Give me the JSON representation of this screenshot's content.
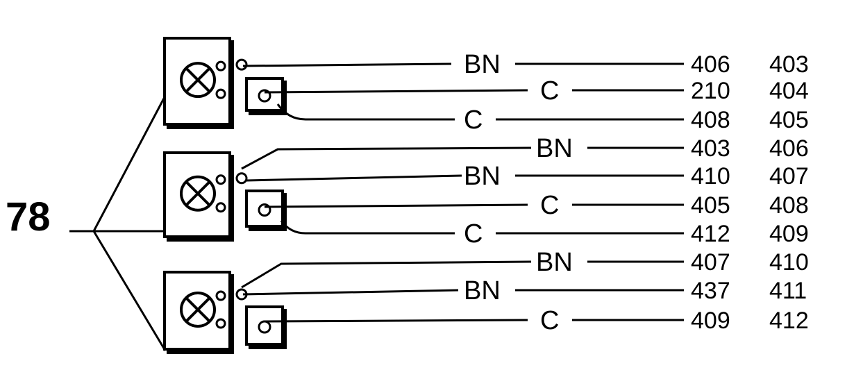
{
  "component_ref": "78",
  "rows": [
    {
      "color": "BN",
      "wire": "406",
      "index": "403"
    },
    {
      "color": "C",
      "wire": "210",
      "index": "404"
    },
    {
      "color": "C",
      "wire": "408",
      "index": "405"
    },
    {
      "color": "BN",
      "wire": "403",
      "index": "406"
    },
    {
      "color": "BN",
      "wire": "410",
      "index": "407"
    },
    {
      "color": "C",
      "wire": "405",
      "index": "408"
    },
    {
      "color": "C",
      "wire": "412",
      "index": "409"
    },
    {
      "color": "BN",
      "wire": "407",
      "index": "410"
    },
    {
      "color": "BN",
      "wire": "437",
      "index": "411"
    },
    {
      "color": "C",
      "wire": "409",
      "index": "412"
    }
  ]
}
